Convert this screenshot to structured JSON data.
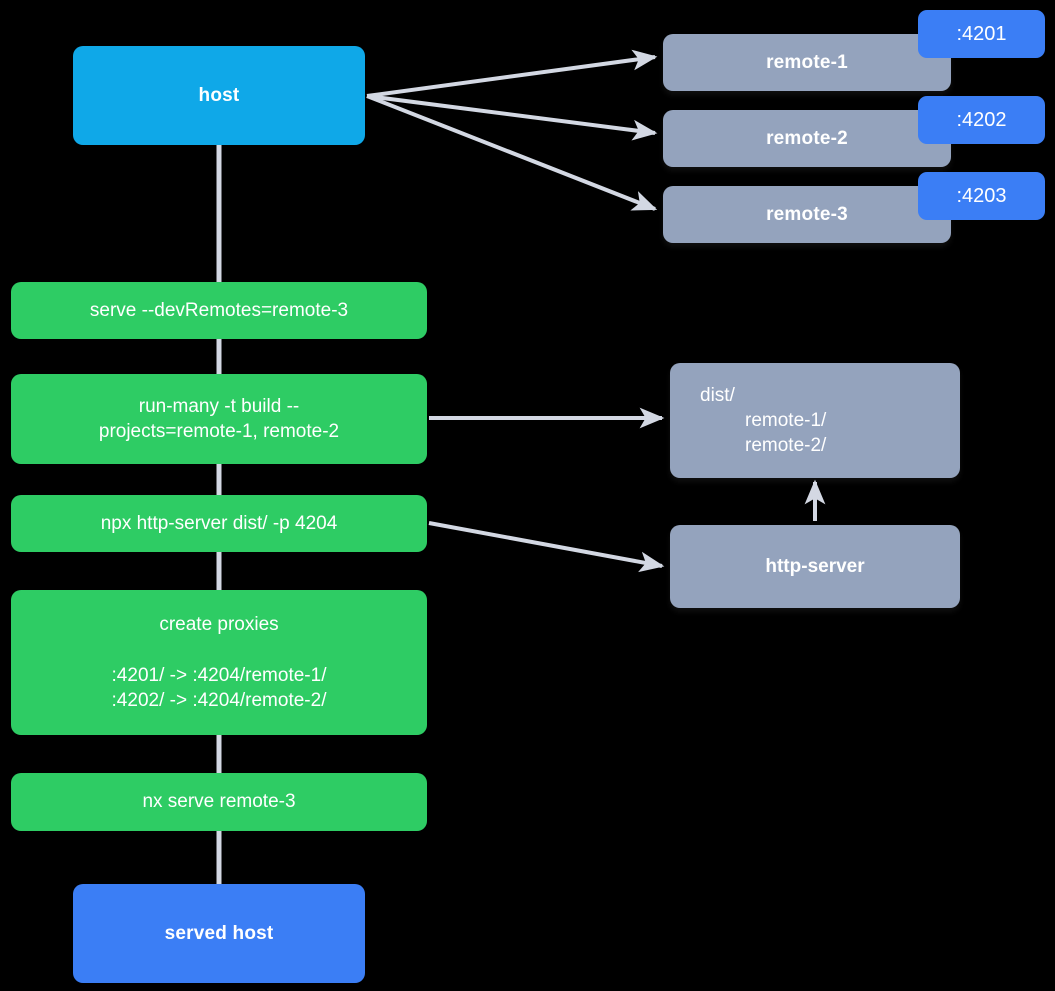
{
  "diagram": {
    "title": "Nx module federation host and remotes serving flow",
    "background": "#000000",
    "colors": {
      "host": "#0fa8e8",
      "served_host": "#3b7ef5",
      "remote": "#94a3bd",
      "command": "#2ecc64",
      "badge": "#3b7ef5",
      "edge": "#d3d8e3",
      "text": "#ffffff"
    },
    "nodes": {
      "host": {
        "label": "host"
      },
      "remotes": [
        {
          "label": "remote-1",
          "port": ":4201"
        },
        {
          "label": "remote-2",
          "port": ":4202"
        },
        {
          "label": "remote-3",
          "port": ":4203"
        }
      ],
      "commands": [
        {
          "id": "serve",
          "lines": [
            "serve --devRemotes=remote-3"
          ]
        },
        {
          "id": "run-many",
          "lines": [
            "run-many -t build --",
            "projects=remote-1, remote-2"
          ]
        },
        {
          "id": "http-server-cmd",
          "lines": [
            "npx http-server dist/ -p 4204"
          ]
        },
        {
          "id": "create-proxies",
          "title": "create proxies",
          "lines": [
            ":4201/ -> :4204/remote-1/",
            ":4202/ -> :4204/remote-2/"
          ]
        },
        {
          "id": "nx-serve",
          "lines": [
            "nx serve remote-3"
          ]
        }
      ],
      "dist": {
        "lines": [
          "dist/",
          "remote-1/",
          "remote-2/"
        ]
      },
      "http_server": {
        "label": "http-server"
      },
      "served_host": {
        "label": "served host"
      }
    },
    "edges": [
      {
        "from": "host",
        "to": "remote-1",
        "style": "arrow"
      },
      {
        "from": "host",
        "to": "remote-2",
        "style": "arrow"
      },
      {
        "from": "host",
        "to": "remote-3",
        "style": "arrow"
      },
      {
        "from": "host",
        "to": "serve",
        "style": "line"
      },
      {
        "from": "serve",
        "to": "run-many",
        "style": "line"
      },
      {
        "from": "run-many",
        "to": "dist",
        "style": "arrow"
      },
      {
        "from": "run-many",
        "to": "http-server-cmd",
        "style": "line"
      },
      {
        "from": "http-server-cmd",
        "to": "http-server",
        "style": "arrow"
      },
      {
        "from": "http-server",
        "to": "dist",
        "style": "arrow"
      },
      {
        "from": "http-server-cmd",
        "to": "create-proxies",
        "style": "line"
      },
      {
        "from": "create-proxies",
        "to": "nx-serve",
        "style": "line"
      },
      {
        "from": "nx-serve",
        "to": "served-host",
        "style": "line"
      }
    ]
  }
}
